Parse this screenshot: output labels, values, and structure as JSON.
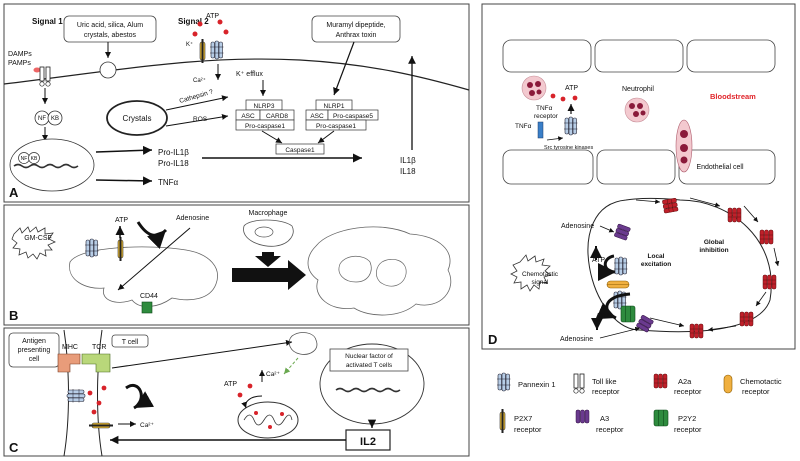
{
  "panelA": {
    "letter": "A",
    "signal1": "Signal 1",
    "signal2": "Signal 2",
    "uric_line1": "Uric acid, silica, Alum",
    "uric_line2": "crystals, abestos",
    "damps": "DAMPs",
    "pamps": "PAMPs",
    "atp": "ATP",
    "k_plus": "K⁺",
    "ca": "Ca²⁺",
    "k_efflux": "K⁺ efflux",
    "cathepsin": "Cathepsin ?",
    "ros": "ROS",
    "crystals": "Crystals",
    "nf": "NF",
    "kb": "KB",
    "nlrp3": "NLRP3",
    "asc": "ASC",
    "card8": "CARD8",
    "procasp1": "Pro-caspase1",
    "muramyl_line1": "Muramyl dipeptide,",
    "muramyl_line2": "Anthrax toxin",
    "nlrp1": "NLRP1",
    "procasp5": "Pro-caspase5",
    "caspase1": "Caspase1",
    "pro_il1b": "Pro-IL1β",
    "pro_il18": "Pro-IL18",
    "tnfa": "TNFα",
    "il1b": "IL1β",
    "il18": "IL18"
  },
  "panelB": {
    "letter": "B",
    "gmcsf": "GM-CSF",
    "atp": "ATP",
    "adenosine": "Adenosine",
    "macrophage": "Macrophage",
    "cd44": "CD44"
  },
  "panelC": {
    "letter": "C",
    "apc_line1": "Antigen",
    "apc_line2": "presenting",
    "apc_line3": "cell",
    "mhc": "MHC",
    "tcr": "TCR",
    "tcell": "T cell",
    "atp": "ATP",
    "ca": "Ca²⁺",
    "nfat_line1": "Nuclear factor of",
    "nfat_line2": "activated T cells",
    "il2": "IL2"
  },
  "panelD": {
    "letter": "D",
    "atp": "ATP",
    "neutrophil": "Neutrophil",
    "bloodstream": "Bloodstream",
    "tnfa_receptor_line1": "TNFα",
    "tnfa_receptor_line2": "receptor",
    "tnfa": "TNFα",
    "src": "Src tyrosine kinases",
    "endothelial": "Endothelial cell",
    "adenosine": "Adenosine",
    "chemotactic_line1": "Chemotactic",
    "chemotactic_line2": "signal",
    "local_line1": "Local",
    "local_line2": "excitation",
    "global_line1": "Global",
    "global_line2": "inhibition"
  },
  "legend": {
    "pannexin": "Pannexin 1",
    "tlr_line1": "Toll like",
    "tlr_line2": "receptor",
    "a2a_line1": "A2a",
    "a2a_line2": "receptor",
    "chemo_line1": "Chemotactic",
    "chemo_line2": "receptor",
    "p2x7_line1": "P2X7",
    "p2x7_line2": "receptor",
    "a3_line1": "A3",
    "a3_line2": "receptor",
    "p2y2_line1": "P2Y2",
    "p2y2_line2": "receptor"
  },
  "colors": {
    "pannexin": "#b7cde6",
    "p2x7": "#e8b830",
    "a3": "#6a3a8e",
    "a2a": "#c0202a",
    "p2y2": "#2e8b3e",
    "chemotactic": "#f0b040",
    "atp_dot": "#d8232a",
    "bloodstream": "#e0242a",
    "neutrophil": "#f3c9cf",
    "mhc": "#e89c7a",
    "tcr": "#b9d77a"
  }
}
